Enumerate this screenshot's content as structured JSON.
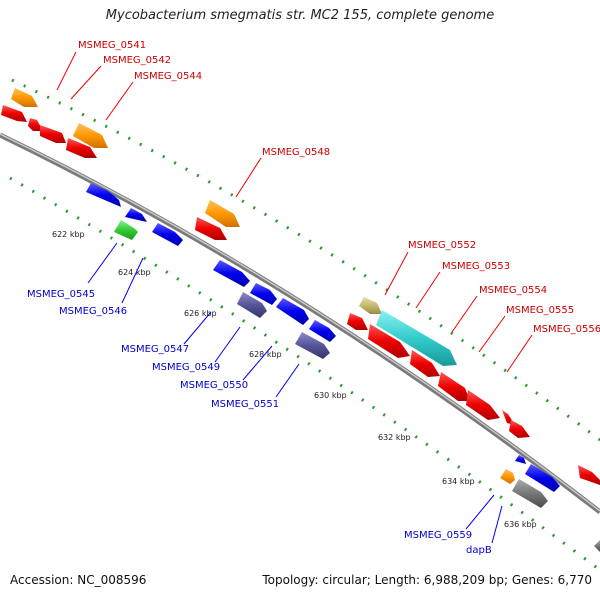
{
  "title": "Mycobacterium smegmatis str. MC2 155, complete genome",
  "footer": {
    "accession": "Accession: NC_008596",
    "topology": "Topology: circular; Length: 6,988,209 bp; Genes: 6,770"
  },
  "colors": {
    "backbone": "#8c8c8c",
    "gc_dots": "#2a9a2a",
    "label_forward": "#cc0000",
    "label_reverse": "#0000cc"
  },
  "ticks": [
    "622 kbp",
    "624 kbp",
    "626 kbp",
    "628 kbp",
    "630 kbp",
    "632 kbp",
    "634 kbp",
    "636 kbp"
  ],
  "features_forward": [
    {
      "label": "MSMEG_0541",
      "color": "#ff0000"
    },
    {
      "label": "MSMEG_0542",
      "color": "#ff0000"
    },
    {
      "label": "MSMEG_0544",
      "color": "#ff0000"
    },
    {
      "label": "MSMEG_0548",
      "color": "#ff0000"
    },
    {
      "label": "MSMEG_0552",
      "color": "#ff0000"
    },
    {
      "label": "MSMEG_0553",
      "color": "#ff0000"
    },
    {
      "label": "MSMEG_0554",
      "color": "#ff0000"
    },
    {
      "label": "MSMEG_0555",
      "color": "#ff0000"
    },
    {
      "label": "MSMEG_0556",
      "color": "#ff0000"
    }
  ],
  "features_reverse": [
    {
      "label": "MSMEG_0545",
      "color": "#0000ff"
    },
    {
      "label": "MSMEG_0546",
      "color": "#0000ff"
    },
    {
      "label": "MSMEG_0547",
      "color": "#0000ff"
    },
    {
      "label": "MSMEG_0549",
      "color": "#0000ff"
    },
    {
      "label": "MSMEG_0550",
      "color": "#0000ff"
    },
    {
      "label": "MSMEG_0551",
      "color": "#0000ff"
    },
    {
      "label": "MSMEG_0559",
      "color": "#0000ff"
    },
    {
      "label": "dapB",
      "color": "#0000ff"
    }
  ],
  "track_colors": {
    "cds_forward": "#ff0000",
    "cds_reverse": "#0000ff",
    "orf_orange": "#ff9900",
    "orf_cyan": "#33cccc",
    "orf_khaki": "#c8b870",
    "orf_green": "#33cc33",
    "orf_slate": "#55559a",
    "orf_gray": "#777777"
  }
}
